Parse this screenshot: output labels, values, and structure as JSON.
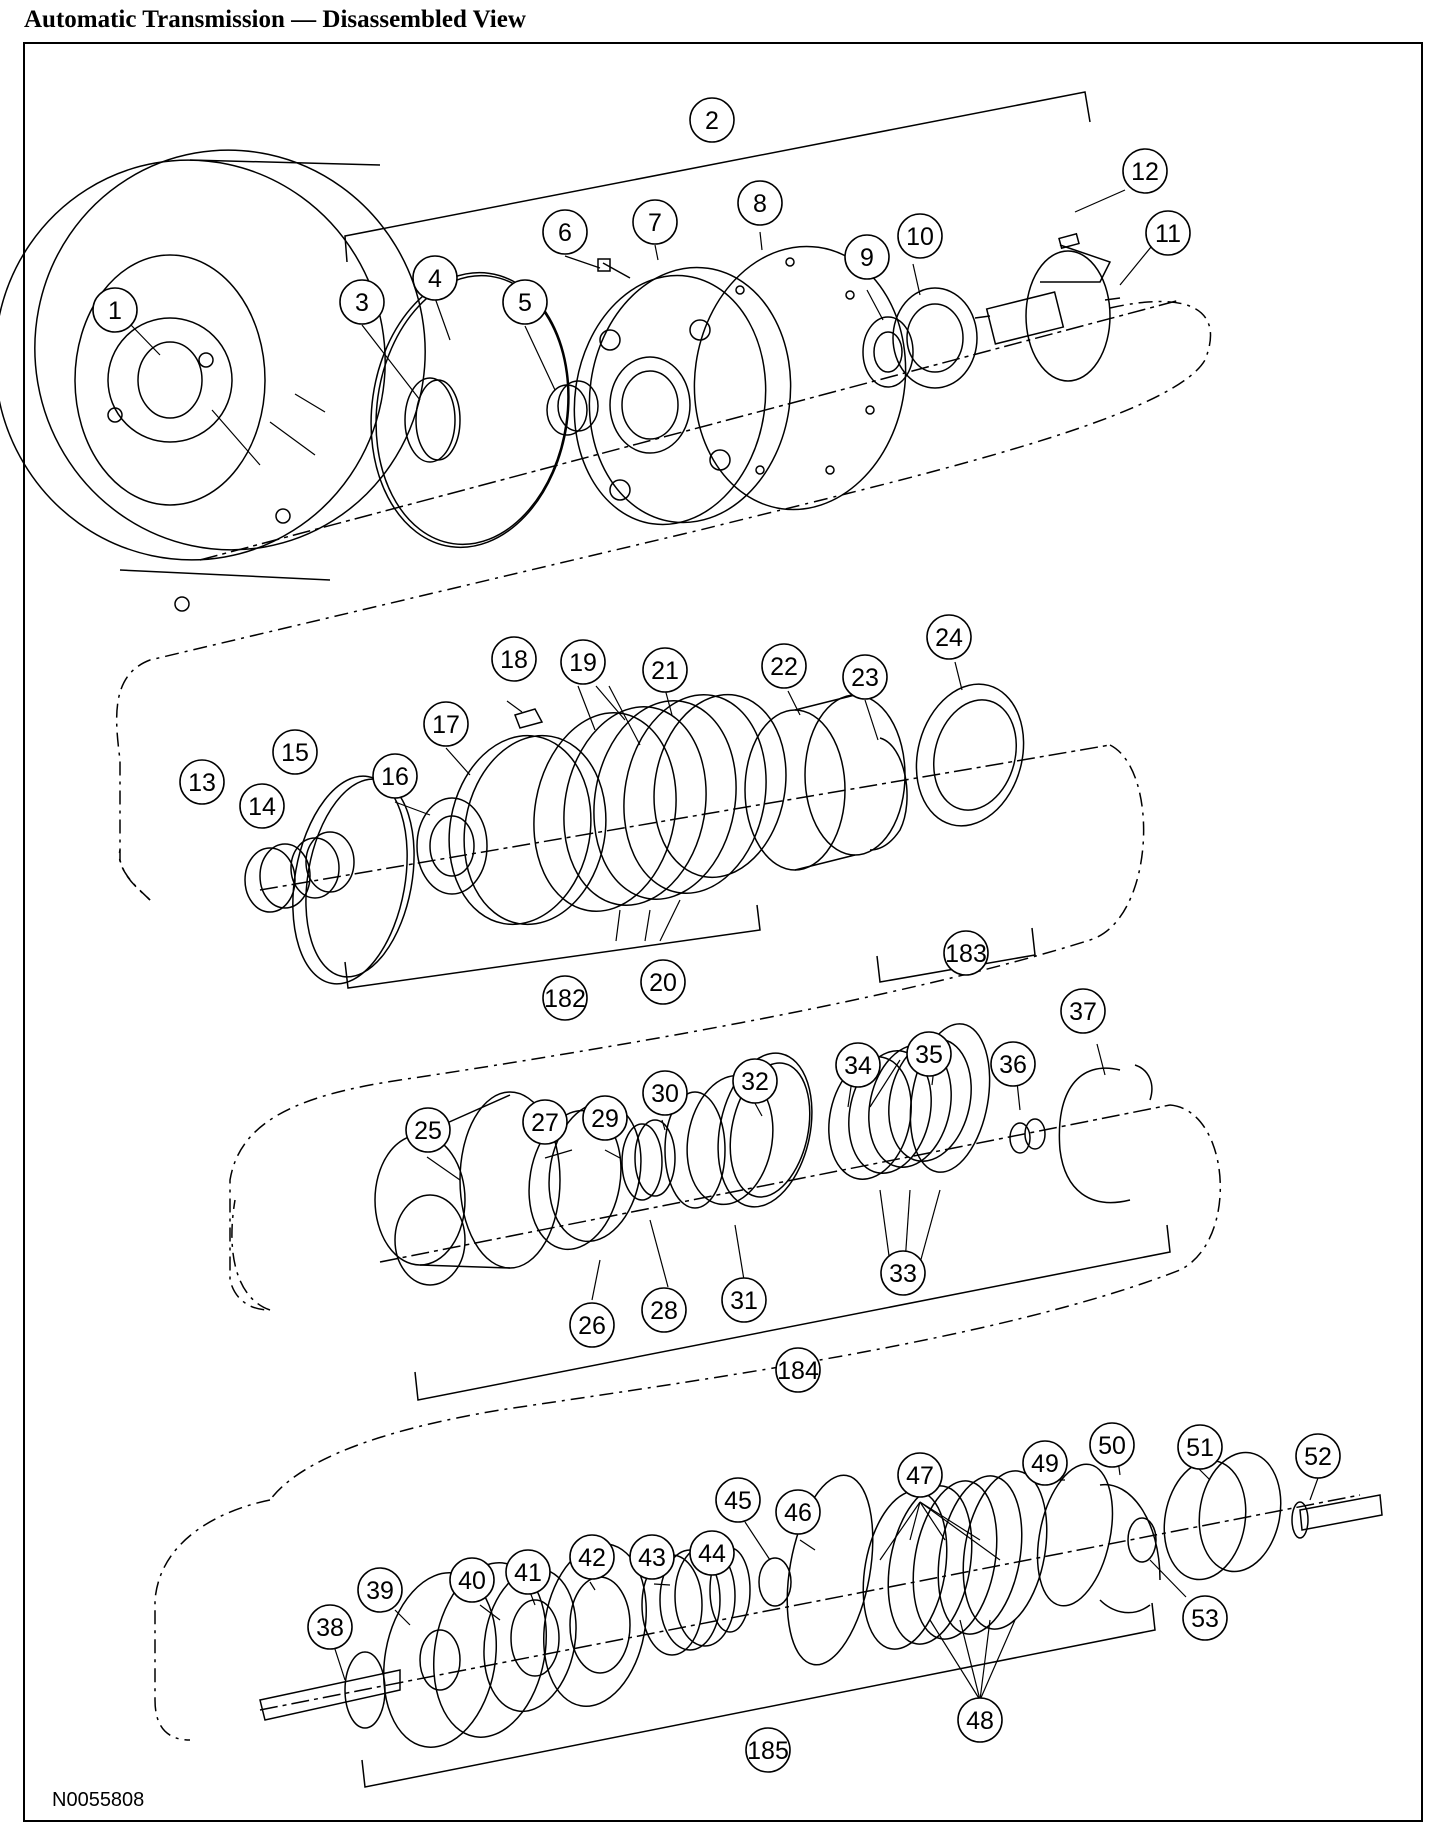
{
  "title": "Automatic Transmission — Disassembled View",
  "figure_id": "N0055808",
  "callouts": [
    "1",
    "2",
    "3",
    "4",
    "5",
    "6",
    "7",
    "8",
    "9",
    "10",
    "11",
    "12",
    "13",
    "14",
    "15",
    "16",
    "17",
    "18",
    "19",
    "20",
    "21",
    "22",
    "23",
    "24",
    "25",
    "26",
    "27",
    "28",
    "29",
    "30",
    "31",
    "32",
    "33",
    "34",
    "35",
    "36",
    "37",
    "38",
    "39",
    "40",
    "41",
    "42",
    "43",
    "44",
    "45",
    "46",
    "47",
    "48",
    "49",
    "50",
    "51",
    "52",
    "53",
    "182",
    "183",
    "184",
    "185"
  ]
}
